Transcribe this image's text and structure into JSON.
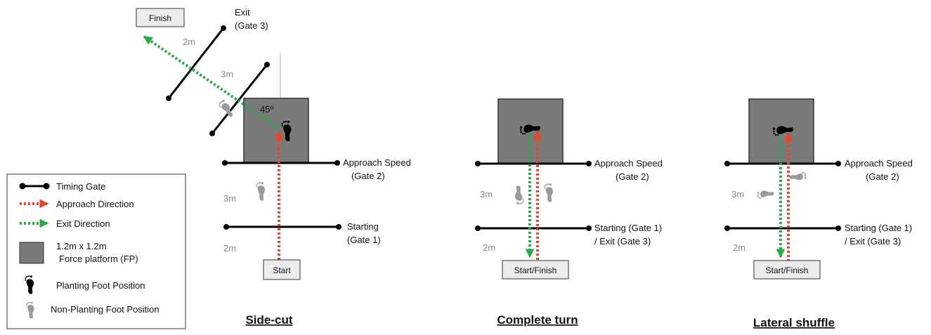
{
  "legend": {
    "timing_gate": "Timing Gate",
    "approach_direction": "Approach Direction",
    "exit_direction": "Exit Direction",
    "force_platform_line1": "1.2m x 1.2m",
    "force_platform_line2": "Force platform (FP)",
    "planting_foot": "Planting Foot Position",
    "non_planting_foot": "Non-Planting Foot Position"
  },
  "colors": {
    "approach": "#e8452b",
    "exit": "#2aa84a",
    "platform": "#7a7a7a",
    "gate": "#000000",
    "non_planting_foot": "#9a9a9a",
    "planting_foot": "#000000"
  },
  "side_cut": {
    "title": "Side-cut",
    "finish_label": "Finish",
    "start_label": "Start",
    "exit_gate_line1": "Exit",
    "exit_gate_line2": "(Gate 3)",
    "approach_gate_line1": "Approach Speed",
    "approach_gate_line2": "(Gate 2)",
    "starting_gate_line1": "Starting",
    "starting_gate_line2": "(Gate 1)",
    "angle": "45º",
    "dist_exit_finish": "2m",
    "dist_cut_exit": "3m",
    "dist_start_approach": "3m",
    "dist_start_gate": "2m"
  },
  "complete_turn": {
    "title": "Complete turn",
    "start_finish_label": "Start/Finish",
    "approach_gate_line1": "Approach Speed",
    "approach_gate_line2": "(Gate 2)",
    "starting_gate_line1": "Starting (Gate 1)",
    "starting_gate_line2": "/ Exit (Gate 3)",
    "dist_middle": "3m",
    "dist_start_gate": "2m"
  },
  "lateral_shuffle": {
    "title": "Lateral shuffle",
    "start_finish_label": "Start/Finish",
    "approach_gate_line1": "Approach Speed",
    "approach_gate_line2": "(Gate 2)",
    "starting_gate_line1": "Starting (Gate 1)",
    "starting_gate_line2": "/ Exit (Gate 3)",
    "dist_middle": "3m",
    "dist_start_gate": "2m"
  }
}
